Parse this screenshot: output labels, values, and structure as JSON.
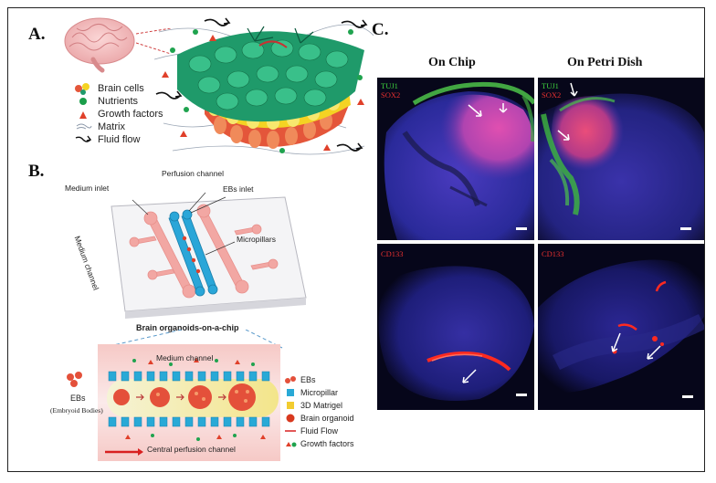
{
  "panels": {
    "a": {
      "label": "A.",
      "legend": [
        {
          "text": "Brain cells",
          "icon": "brain-cells-icon"
        },
        {
          "text": "Nutrients",
          "icon": "nutrient-dot-icon",
          "color": "#1a9e4a"
        },
        {
          "text": "Growth factors",
          "icon": "growth-factor-triangle-icon",
          "color": "#e0402a"
        },
        {
          "text": "Matrix",
          "icon": "matrix-fiber-icon"
        },
        {
          "text": "Fluid flow",
          "icon": "fluid-flow-arrow-icon"
        }
      ]
    },
    "b": {
      "label": "B.",
      "chip_labels": {
        "perfusion_channel": "Perfusion channel",
        "medium_inlet": "Medium inlet",
        "ebs_inlet": "EBs inlet",
        "medium_channel": "Medium channel",
        "micropillars": "Micropillars",
        "caption": "Brain organoids-on-a-chip"
      },
      "detail_labels": {
        "medium_channel": "Medium channel",
        "central_perfusion": "Central perfusion channel",
        "ebs": "EBs",
        "embryoid_bodies": "(Embryoid Bodies)"
      },
      "legend": [
        {
          "text": "EBs",
          "icon": "eb-cluster-icon"
        },
        {
          "text": "Micropillar",
          "icon": "micropillar-icon",
          "color": "#29a9d6"
        },
        {
          "text": "3D Matrigel",
          "icon": "matrigel-icon",
          "color": "#f2cc30"
        },
        {
          "text": "Brain organoid",
          "icon": "brain-organoid-icon",
          "color": "#d8391f"
        },
        {
          "text": "Fluid Flow",
          "icon": "fluid-flow-line-icon",
          "color": "#d82020"
        },
        {
          "text": "Growth factors",
          "icon": "growth-factors-icon"
        }
      ]
    },
    "c": {
      "label": "C.",
      "columns": [
        "On Chip",
        "On Petri Dish"
      ],
      "images": [
        {
          "markers": [
            {
              "text": "TUJ1",
              "color": "#3ed23e"
            },
            {
              "text": "SOX2",
              "color": "#e83030"
            }
          ]
        },
        {
          "markers": [
            {
              "text": "TUJ1",
              "color": "#3ed23e"
            },
            {
              "text": "SOX2",
              "color": "#e83030"
            }
          ]
        },
        {
          "markers": [
            {
              "text": "CD133",
              "color": "#e83030"
            }
          ]
        },
        {
          "markers": [
            {
              "text": "CD133",
              "color": "#e83030"
            }
          ]
        }
      ]
    }
  }
}
